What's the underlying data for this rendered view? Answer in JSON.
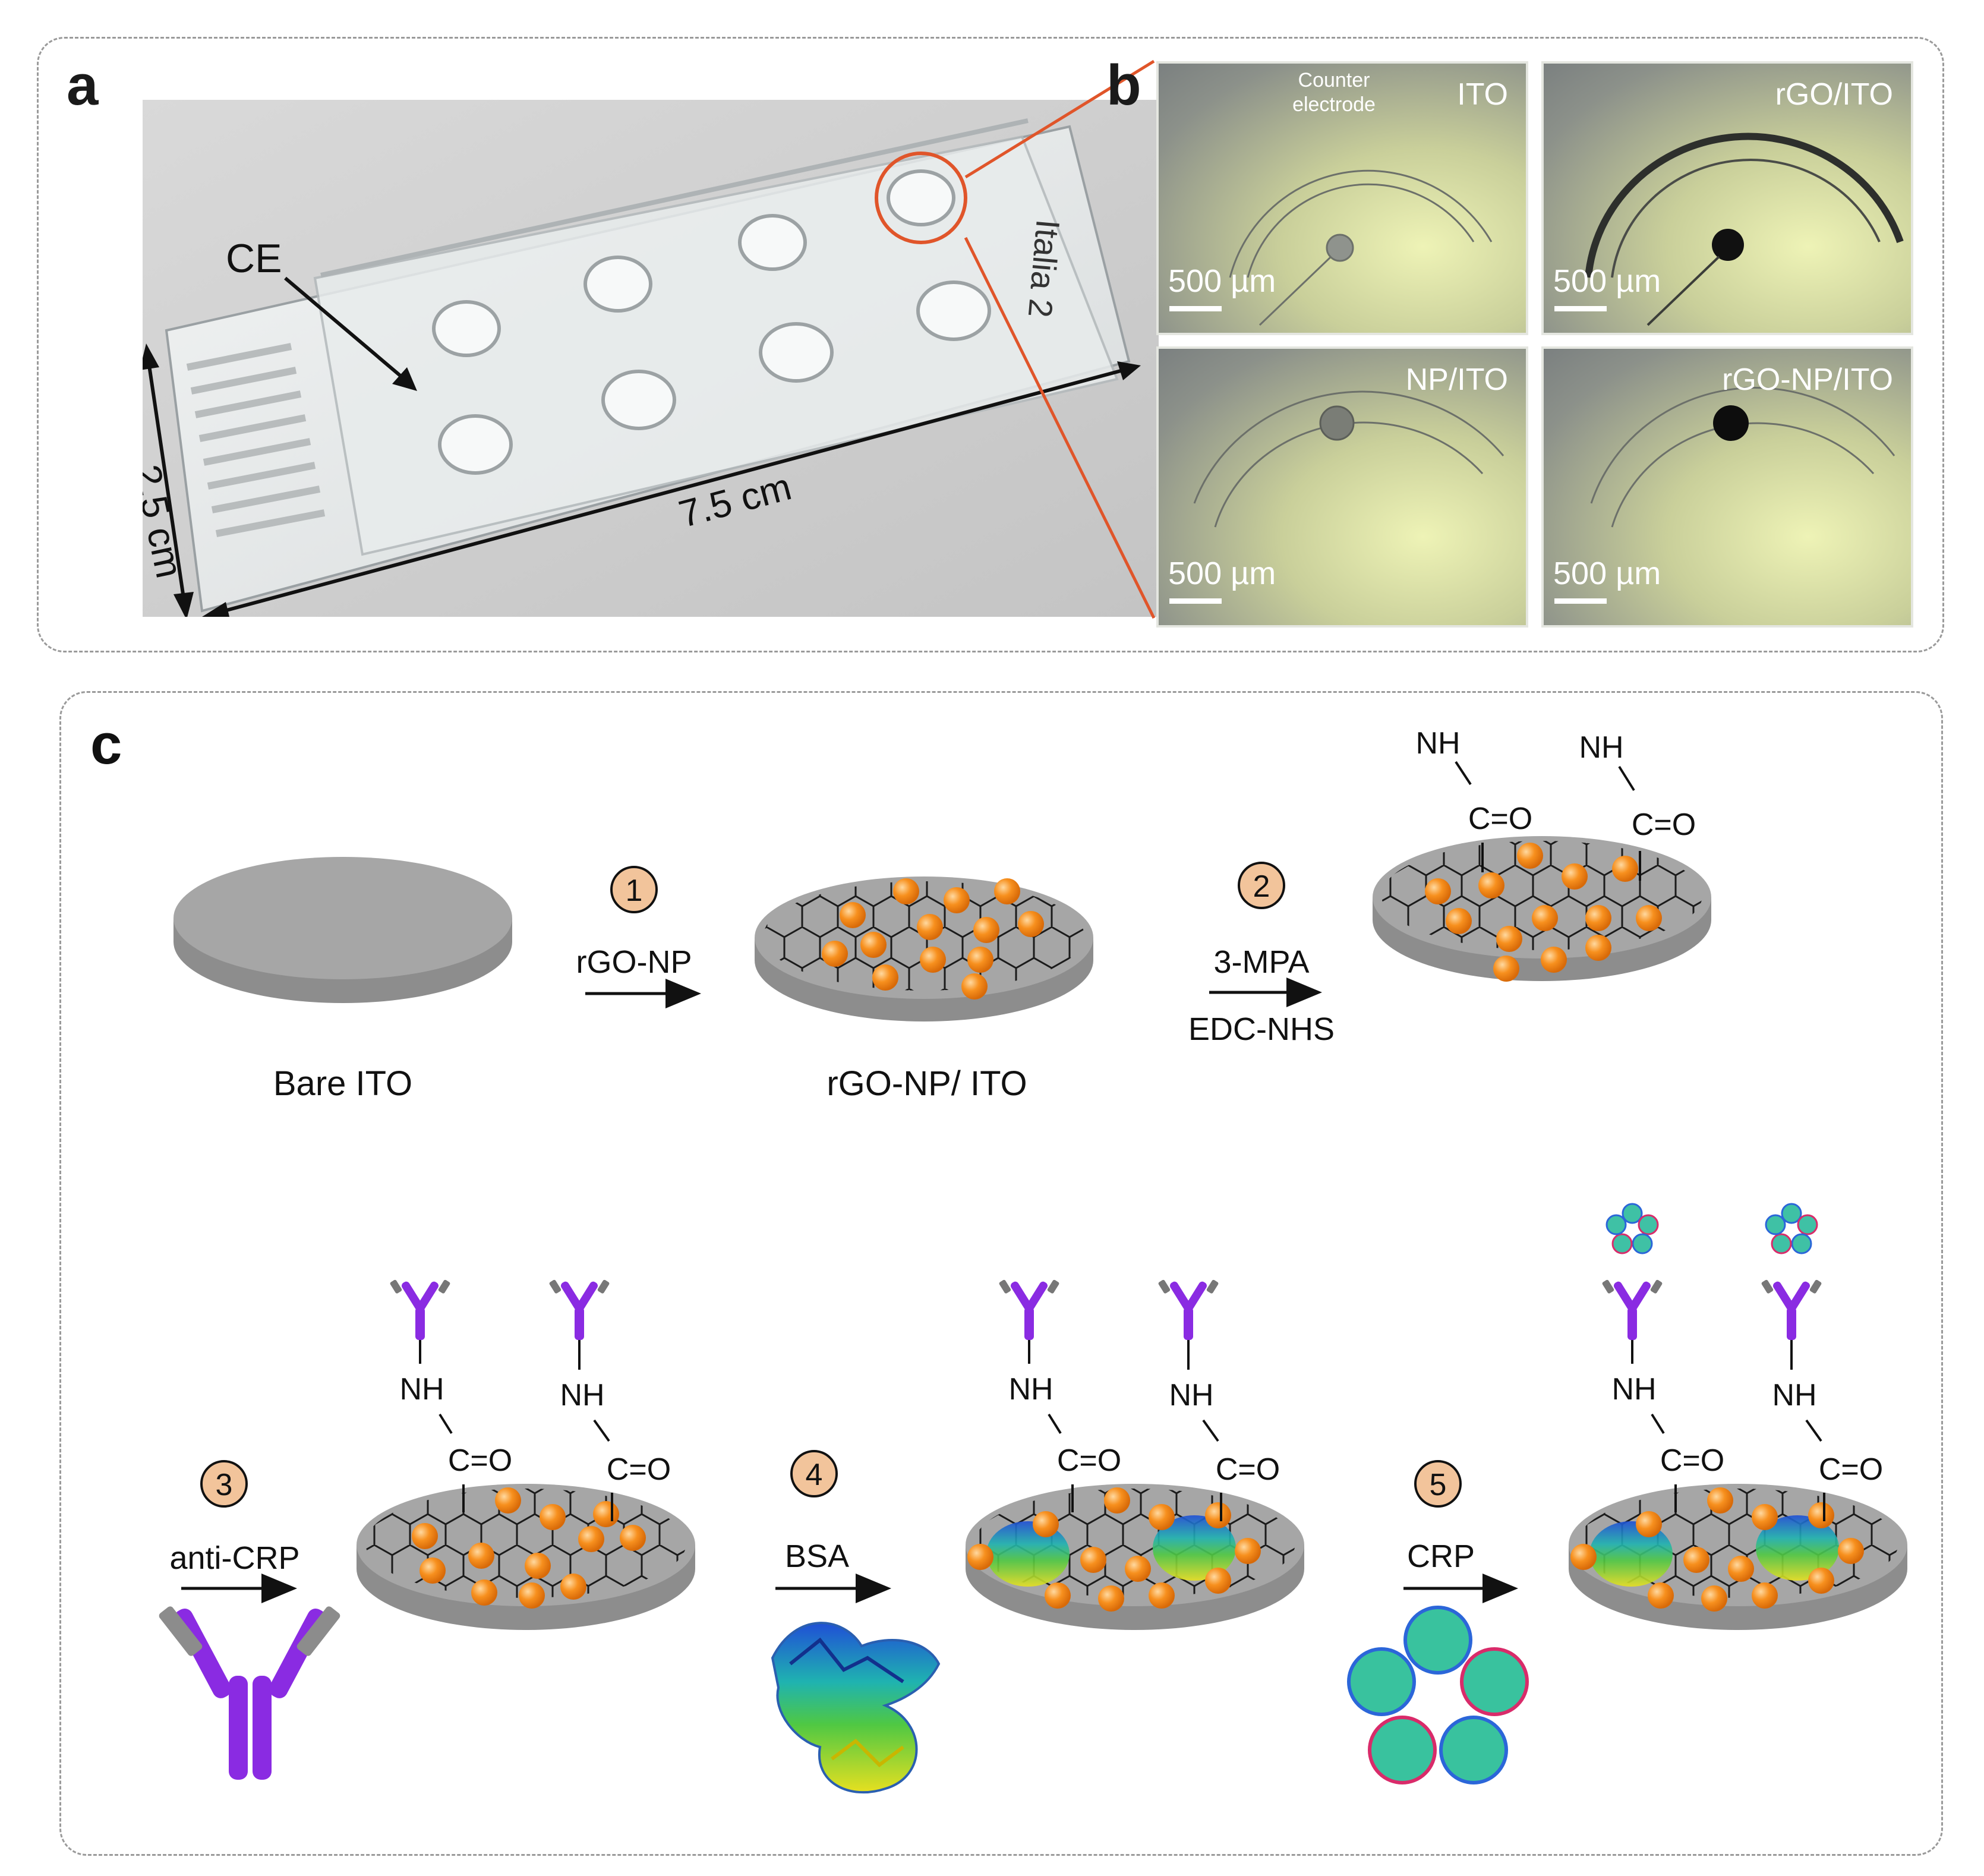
{
  "panel_a": {
    "label": "a",
    "ce_label": "CE",
    "width_label": "2.5 cm",
    "length_label": "7.5 cm",
    "handwriting": "Italia 2"
  },
  "panel_b": {
    "label": "b",
    "counter_label": "Counter electrode",
    "images": [
      {
        "tag": "ITO",
        "scale": "500 µm"
      },
      {
        "tag": "rGO/ITO",
        "scale": "500 µm"
      },
      {
        "tag": "NP/ITO",
        "scale": "500 µm"
      },
      {
        "tag": "rGO-NP/ITO",
        "scale": "500 µm"
      }
    ]
  },
  "panel_c": {
    "label": "c",
    "step1": {
      "number": "1",
      "reagent": "rGO-NP"
    },
    "step2": {
      "number": "2",
      "reagent1": "3-MPA",
      "reagent2": "EDC-NHS"
    },
    "step3": {
      "number": "3",
      "reagent": "anti-CRP"
    },
    "step4": {
      "number": "4",
      "reagent": "BSA"
    },
    "step5": {
      "number": "5",
      "reagent": "CRP"
    },
    "label_bare": "Bare ITO",
    "label_rgo_np": "rGO-NP/ ITO",
    "nh": "NH",
    "co": "C=O"
  },
  "colors": {
    "disc": "#a6a6a6",
    "nanoparticle": "#f7901e",
    "antibody": "#8a2be2",
    "step_circle": "#f2c49b"
  }
}
